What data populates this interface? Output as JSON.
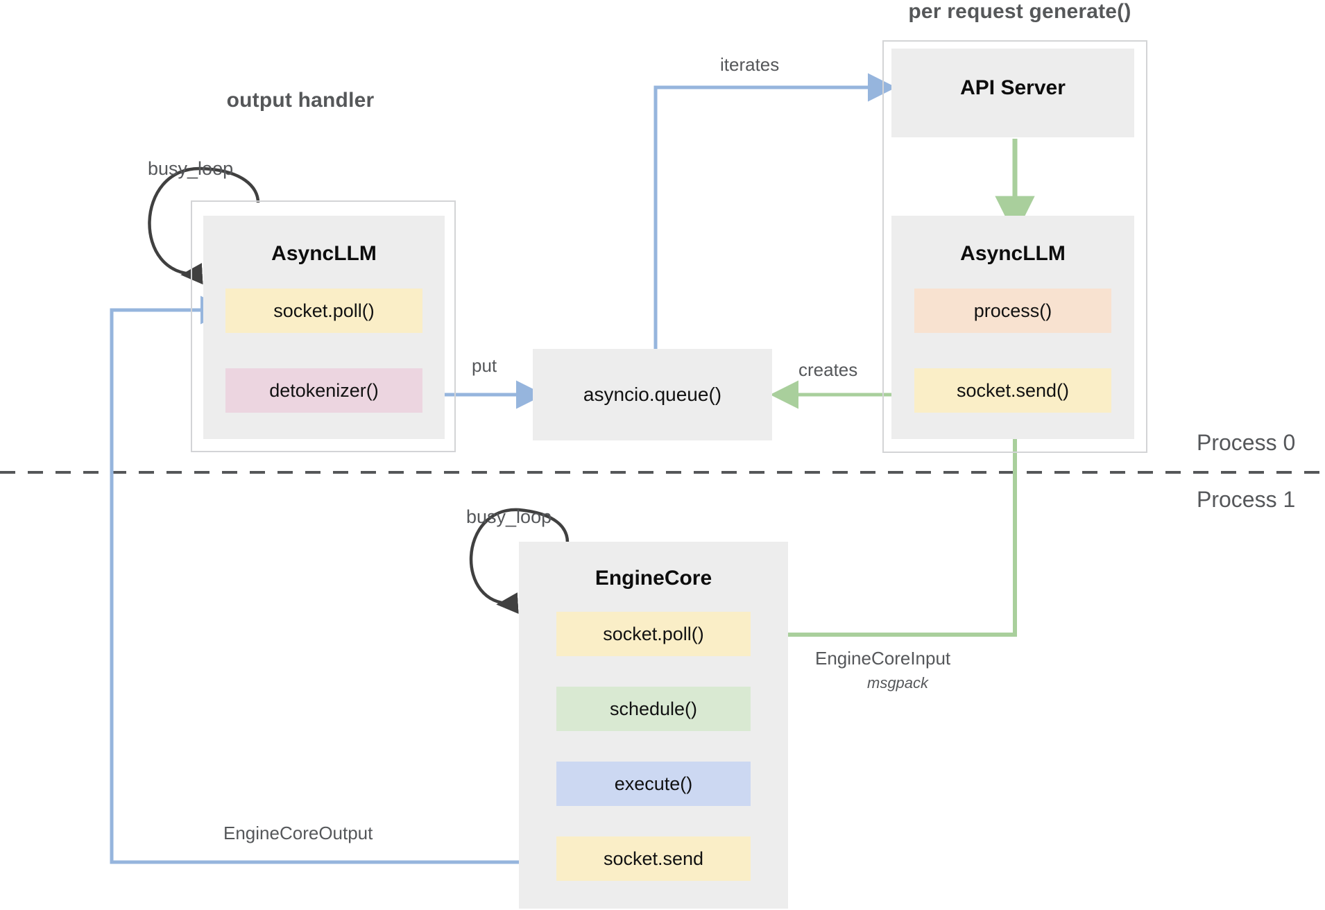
{
  "diagram": {
    "title_left": "output handler",
    "title_right": "per request generate()",
    "process_top": "Process 0",
    "process_bottom": "Process 1",
    "groups": {
      "output_handler": {
        "label": "output handler",
        "component": {
          "name": "AsyncLLM",
          "chips": [
            {
              "label": "socket.poll()",
              "color": "yellow",
              "hex": "#faeec7"
            },
            {
              "label": "detokenizer()",
              "color": "pink",
              "hex": "#ecd5e0"
            }
          ]
        },
        "loop_label": "busy_loop"
      },
      "per_request_generate": {
        "label": "per request generate()",
        "components": [
          {
            "name": "API Server",
            "chips": []
          },
          {
            "name": "AsyncLLM",
            "chips": [
              {
                "label": "process()",
                "color": "peach",
                "hex": "#f8e2d0"
              },
              {
                "label": "socket.send()",
                "color": "yellow",
                "hex": "#faeec7"
              }
            ]
          }
        ]
      },
      "engine_core": {
        "component": {
          "name": "EngineCore",
          "chips": [
            {
              "label": "socket.poll()",
              "color": "yellow",
              "hex": "#faeec7"
            },
            {
              "label": "schedule()",
              "color": "green",
              "hex": "#d9e9d2"
            },
            {
              "label": "execute()",
              "color": "blue",
              "hex": "#ccd8f2"
            },
            {
              "label": "socket.send",
              "color": "yellow",
              "hex": "#faeec7"
            }
          ]
        },
        "loop_label": "busy_loop"
      }
    },
    "queue_node": "asyncio.queue()",
    "edges": [
      {
        "label": "iterates",
        "color": "#96b5dd",
        "from": "asyncio.queue()",
        "to": "API Server"
      },
      {
        "label": "put",
        "color": "#96b5dd",
        "from": "detokenizer()",
        "to": "asyncio.queue()"
      },
      {
        "label": "creates",
        "color": "#a9cf9c",
        "from": "socket.send()",
        "to": "asyncio.queue()"
      },
      {
        "label": "EngineCoreInput",
        "sublabel": "msgpack",
        "color": "#a9cf9c",
        "from": "socket.send()",
        "to": "EngineCore socket.poll()"
      },
      {
        "label": "EngineCoreOutput",
        "color": "#96b5dd",
        "from": "EngineCore socket.send",
        "to": "AsyncLLM socket.poll()"
      },
      {
        "label": "",
        "color": "#a9cf9c",
        "from": "API Server",
        "to": "AsyncLLM"
      }
    ],
    "colors": {
      "arrow_blue": "#96b5dd",
      "arrow_green": "#a9cf9c",
      "loop_arrow": "#404040",
      "divider": "#555759",
      "panel_grey": "#ededed",
      "outer_border": "#d3d4d6",
      "text_grey": "#55575a",
      "text_dark": "#0d0d0d"
    }
  }
}
